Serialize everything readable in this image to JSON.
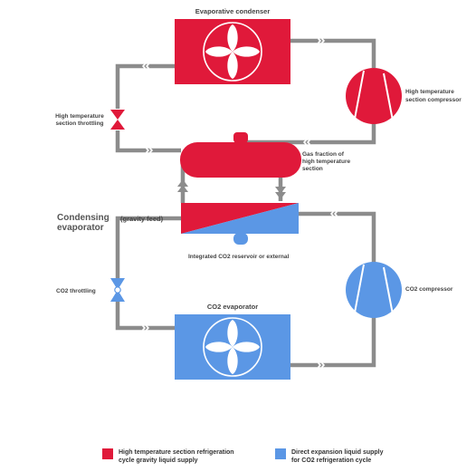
{
  "labels": {
    "evaporative_condenser": "Evaporative condenser",
    "ht_compressor_1": "High temperature",
    "ht_compressor_2": "section compressor",
    "ht_throttling_1": "High temperature",
    "ht_throttling_2": "section throttling",
    "gas_fraction_1": "Gas fraction of",
    "gas_fraction_2": "high temperature",
    "gas_fraction_3": "section",
    "condensing_evaporator_1": "Condensing",
    "condensing_evaporator_2": "evaporator",
    "gravity_feed": "(gravity feed)",
    "co2_reservoir": "Integrated CO2 reservoir or external",
    "co2_throttling": "CO2 throttling",
    "co2_compressor": "CO2 compressor",
    "co2_evaporator": "CO2 evaporator"
  },
  "legend": [
    {
      "line1": "High temperature section refrigeration",
      "line2": "cycle gravity liquid supply",
      "color": "#e0193a"
    },
    {
      "line1": "Direct expansion liquid supply",
      "line2": "for CO2 refrigeration cycle",
      "color": "#5b97e5"
    }
  ],
  "colors": {
    "red": "#e0193a",
    "blue": "#5b97e5",
    "pipe": "#8c8c8c"
  }
}
